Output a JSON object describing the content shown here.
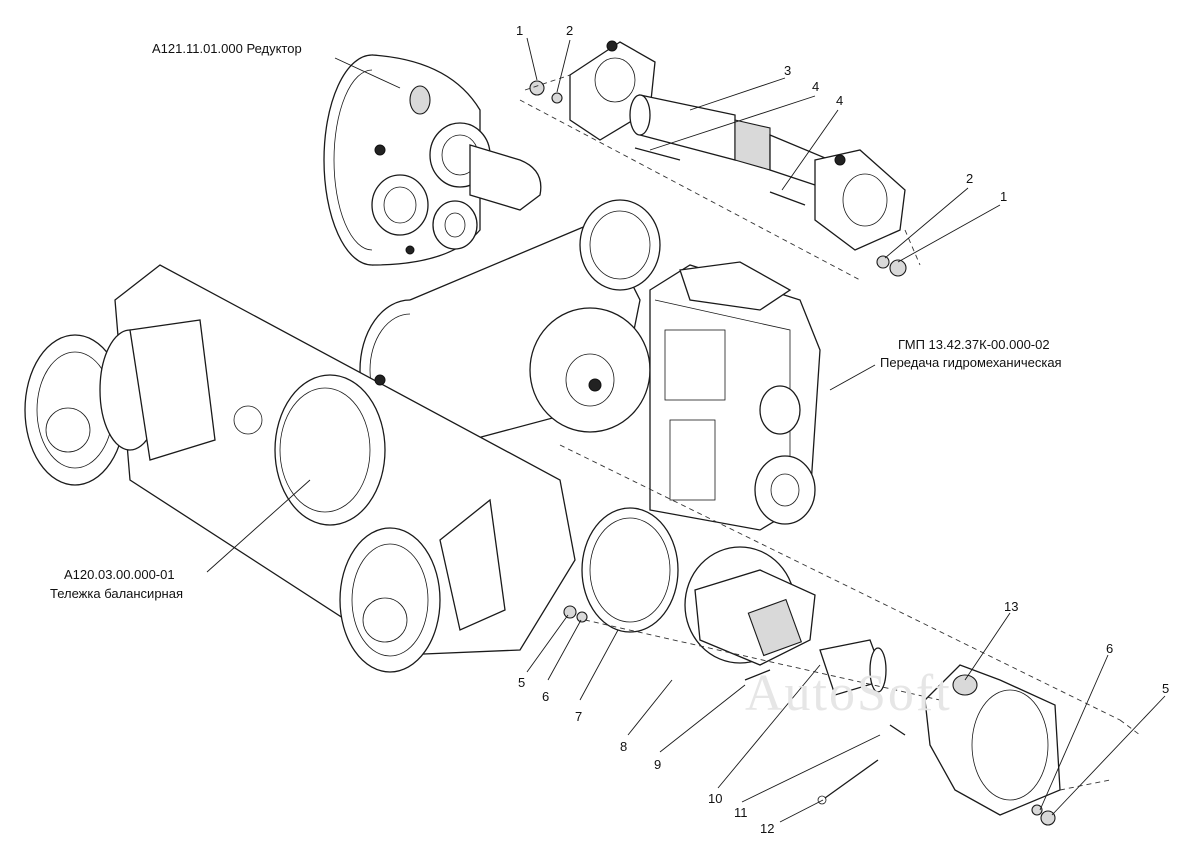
{
  "assemblies": {
    "reducer": {
      "code": "А121.11.01.000",
      "name": "Редуктор"
    },
    "gmp": {
      "code": "ГМП 13.42.37К-00.000-02",
      "name": "Передача гидромеханическая"
    },
    "bogie": {
      "code": "А120.03.00.000-01",
      "name": "Тележка балансирная"
    }
  },
  "callouts": {
    "top": [
      "1",
      "2",
      "3",
      "4",
      "4",
      "2",
      "1"
    ],
    "bottom": [
      "5",
      "6",
      "7",
      "8",
      "9",
      "10",
      "11",
      "12",
      "13",
      "6",
      "5"
    ]
  },
  "watermark": "AutoSoft"
}
